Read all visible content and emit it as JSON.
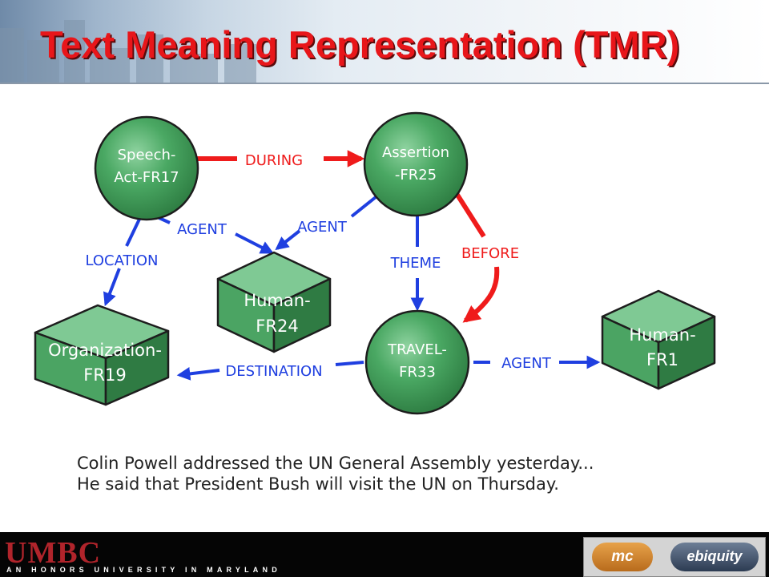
{
  "slide": {
    "title": "Text Meaning Representation (TMR)"
  },
  "diagram": {
    "nodes": [
      {
        "id": "speech",
        "shape": "circle",
        "lines": [
          "Speech-",
          "Act-FR17"
        ]
      },
      {
        "id": "assertion",
        "shape": "circle",
        "lines": [
          "Assertion",
          "-FR25"
        ]
      },
      {
        "id": "human24",
        "shape": "cube",
        "lines": [
          "Human-",
          "FR24"
        ]
      },
      {
        "id": "org",
        "shape": "cube",
        "lines": [
          "Organization-",
          "FR19"
        ]
      },
      {
        "id": "travel",
        "shape": "circle",
        "lines": [
          "TRAVEL-",
          "FR33"
        ]
      },
      {
        "id": "human1",
        "shape": "cube",
        "lines": [
          "Human-",
          "FR1"
        ]
      }
    ],
    "edges": [
      {
        "from": "speech",
        "to": "assertion",
        "label": "DURING",
        "color": "#ef1b1b"
      },
      {
        "from": "speech",
        "to": "human24",
        "label": "AGENT",
        "color": "#1f3fe0"
      },
      {
        "from": "assertion",
        "to": "human24",
        "label": "AGENT",
        "color": "#1f3fe0"
      },
      {
        "from": "speech",
        "to": "org",
        "label": "LOCATION",
        "color": "#1f3fe0"
      },
      {
        "from": "assertion",
        "to": "travel",
        "label": "THEME",
        "color": "#1f3fe0"
      },
      {
        "from": "assertion",
        "to": "travel",
        "label": "BEFORE",
        "color": "#ef1b1b"
      },
      {
        "from": "travel",
        "to": "org",
        "label": "DESTINATION",
        "color": "#1f3fe0"
      },
      {
        "from": "travel",
        "to": "human1",
        "label": "AGENT",
        "color": "#1f3fe0"
      }
    ],
    "node_color": "#3e9a55"
  },
  "caption": [
    "Colin Powell addressed the UN General Assembly yesterday...",
    "He said that President Bush will visit the UN on Thursday."
  ],
  "footer": {
    "logo": "UMBC",
    "tagline": "AN HONORS UNIVERSITY IN MARYLAND",
    "partner_logos": [
      "mc",
      "ebiquity"
    ]
  }
}
